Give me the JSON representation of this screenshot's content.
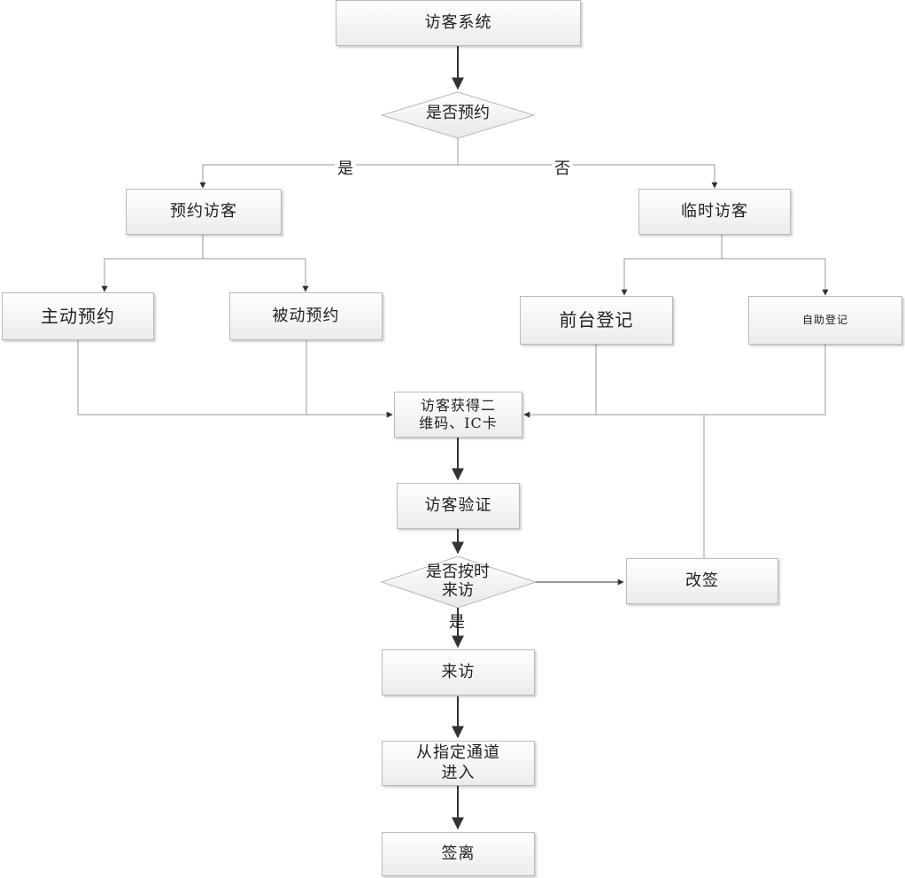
{
  "nodes": {
    "system": "访客系统",
    "decision_reserve": "是否预约",
    "reserved_visitor": "预约访客",
    "temp_visitor": "临时访客",
    "active_reserve": "主动预约",
    "passive_reserve": "被动预约",
    "front_desk": "前台登记",
    "self_register": "自助登记",
    "get_qr_line1": "访客获得二",
    "get_qr_line2": "维码、IC卡",
    "verify": "访客验证",
    "decision_time_line1": "是否按时",
    "decision_time_line2": "来访",
    "reschedule": "改签",
    "visit": "来访",
    "enter_line1": "从指定通道",
    "enter_line2": "进入",
    "checkout": "签离"
  },
  "edge_labels": {
    "yes": "是",
    "no": "否",
    "yes_bottom": "是"
  }
}
